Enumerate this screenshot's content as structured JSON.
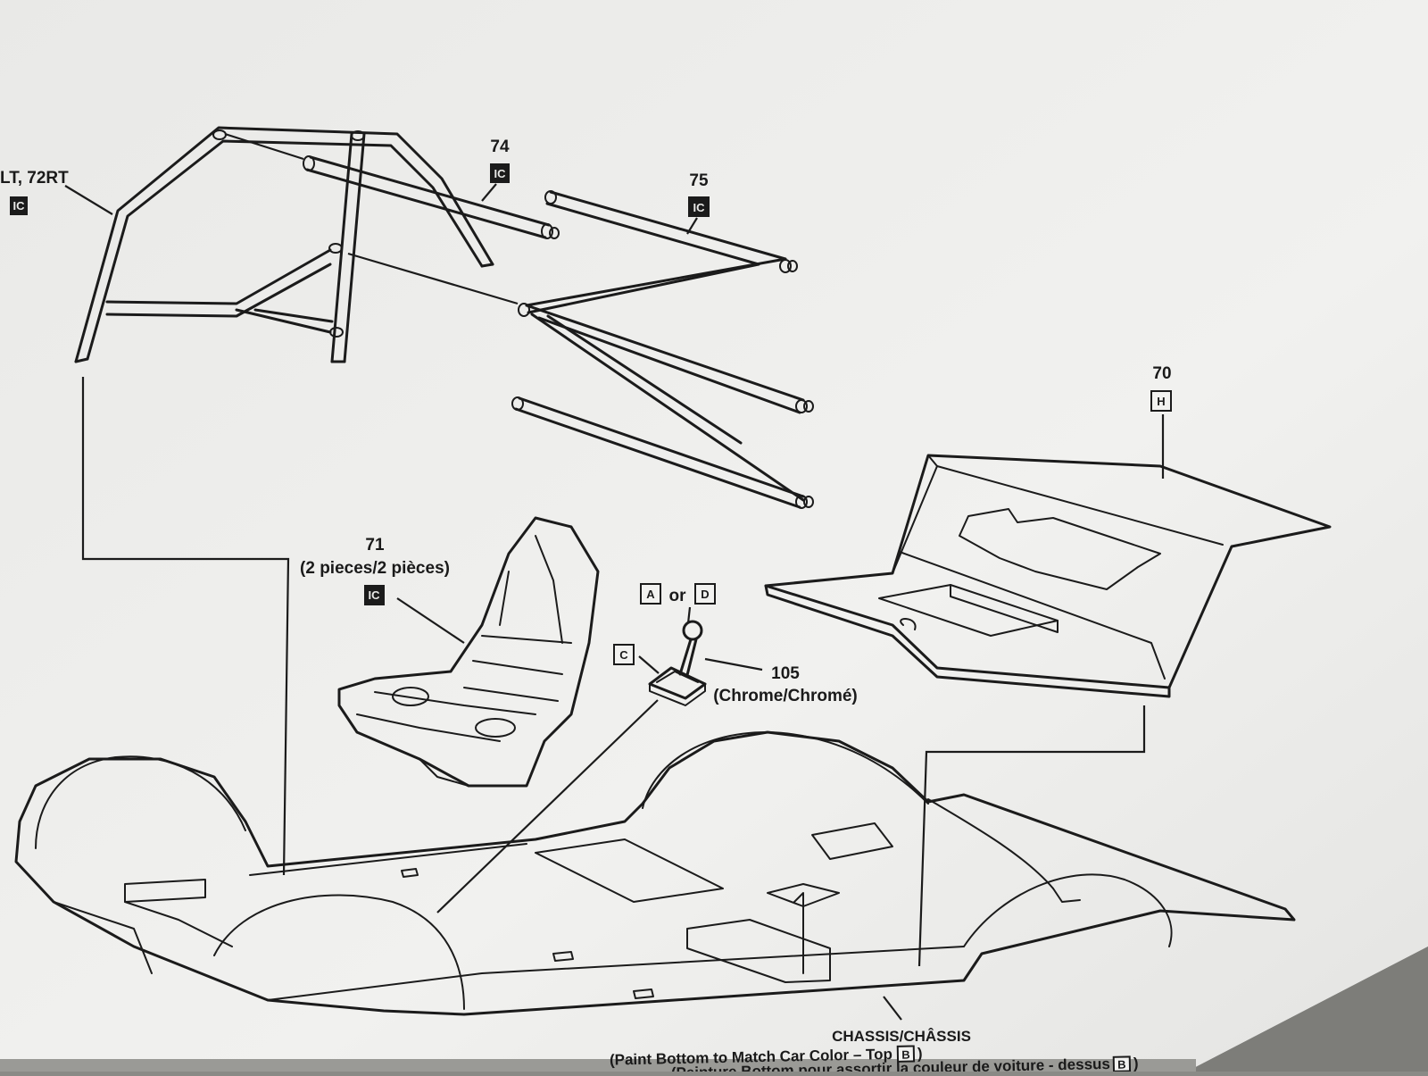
{
  "parts": {
    "p72": {
      "number": "LT, 72RT",
      "badge": "IC"
    },
    "p74": {
      "number": "74",
      "badge": "IC"
    },
    "p75": {
      "number": "75",
      "badge": "IC"
    },
    "p70": {
      "number": "70",
      "badge": "H"
    },
    "p71": {
      "number": "71",
      "note": "(2 pieces/2 pièces)",
      "badge": "IC"
    },
    "p105": {
      "number": "105",
      "note": "(Chrome/Chromé)",
      "badge_a": "A",
      "or": "or",
      "badge_d": "D",
      "badge_c": "C"
    }
  },
  "chassis": {
    "title": "CHASSIS/CHÂSSIS",
    "line1": "(Paint Bottom to Match Car Color – Top",
    "line1_badge": "B",
    "line1_end": ")",
    "line2": "(Peinture Bottom pour assortir la couleur de voiture - dessus",
    "line2_badge": "B",
    "line2_end": ")"
  },
  "colors": {
    "paper": "#eeeeec",
    "ink": "#1b1b1b",
    "shadow": "#8a8a86"
  }
}
